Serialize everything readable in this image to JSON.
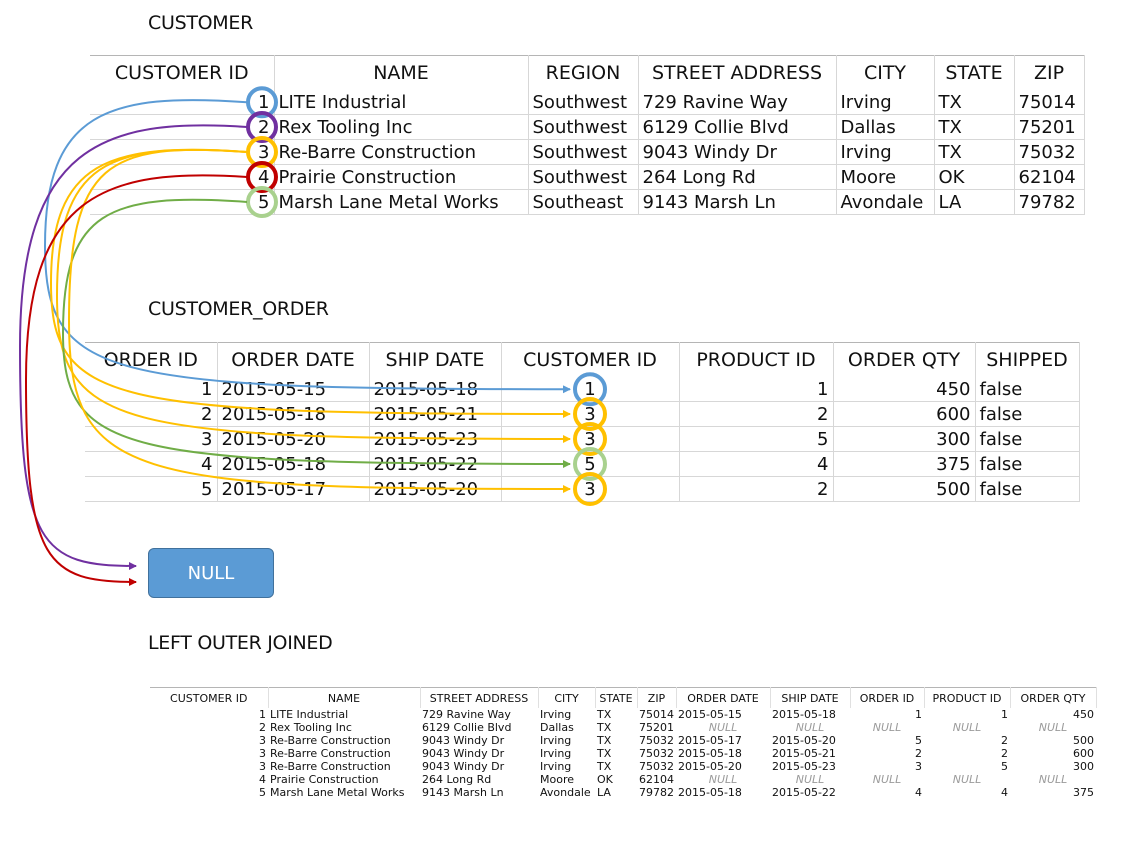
{
  "titles": {
    "customer": "CUSTOMER",
    "customer_order": "CUSTOMER_ORDER",
    "left_outer": "LEFT OUTER JOINED"
  },
  "customer": {
    "headers": [
      "CUSTOMER ID",
      "NAME",
      "REGION",
      "STREET ADDRESS",
      "CITY",
      "STATE",
      "ZIP"
    ],
    "rows": [
      [
        "1",
        "LITE Industrial",
        "Southwest",
        "729 Ravine Way",
        "Irving",
        "TX",
        "75014"
      ],
      [
        "2",
        "Rex Tooling Inc",
        "Southwest",
        "6129 Collie Blvd",
        "Dallas",
        "TX",
        "75201"
      ],
      [
        "3",
        "Re-Barre Construction",
        "Southwest",
        "9043 Windy Dr",
        "Irving",
        "TX",
        "75032"
      ],
      [
        "4",
        "Prairie Construction",
        "Southwest",
        "264 Long Rd",
        "Moore",
        "OK",
        "62104"
      ],
      [
        "5",
        "Marsh Lane Metal Works",
        "Southeast",
        "9143 Marsh Ln",
        "Avondale",
        "LA",
        "79782"
      ]
    ]
  },
  "customer_order": {
    "headers": [
      "ORDER ID",
      "ORDER DATE",
      "SHIP DATE",
      "CUSTOMER ID",
      "PRODUCT ID",
      "ORDER QTY",
      "SHIPPED"
    ],
    "rows": [
      [
        "1",
        "2015-05-15",
        "2015-05-18",
        "1",
        "1",
        "450",
        "false"
      ],
      [
        "2",
        "2015-05-18",
        "2015-05-21",
        "3",
        "2",
        "600",
        "false"
      ],
      [
        "3",
        "2015-05-20",
        "2015-05-23",
        "3",
        "5",
        "300",
        "false"
      ],
      [
        "4",
        "2015-05-18",
        "2015-05-22",
        "5",
        "4",
        "375",
        "false"
      ],
      [
        "5",
        "2015-05-17",
        "2015-05-20",
        "3",
        "2",
        "500",
        "false"
      ]
    ]
  },
  "null_label": "NULL",
  "joined": {
    "headers": [
      "CUSTOMER ID",
      "NAME",
      "STREET ADDRESS",
      "CITY",
      "STATE",
      "ZIP",
      "ORDER DATE",
      "SHIP DATE",
      "ORDER ID",
      "PRODUCT ID",
      "ORDER QTY"
    ],
    "rows": [
      [
        "1",
        "LITE Industrial",
        "729 Ravine Way",
        "Irving",
        "TX",
        "75014",
        "2015-05-15",
        "2015-05-18",
        "1",
        "1",
        "450"
      ],
      [
        "2",
        "Rex Tooling Inc",
        "6129 Collie Blvd",
        "Dallas",
        "TX",
        "75201",
        "NULL",
        "NULL",
        "NULL",
        "NULL",
        "NULL"
      ],
      [
        "3",
        "Re-Barre Construction",
        "9043 Windy Dr",
        "Irving",
        "TX",
        "75032",
        "2015-05-17",
        "2015-05-20",
        "5",
        "2",
        "500"
      ],
      [
        "3",
        "Re-Barre Construction",
        "9043 Windy Dr",
        "Irving",
        "TX",
        "75032",
        "2015-05-18",
        "2015-05-21",
        "2",
        "2",
        "600"
      ],
      [
        "3",
        "Re-Barre Construction",
        "9043 Windy Dr",
        "Irving",
        "TX",
        "75032",
        "2015-05-20",
        "2015-05-23",
        "3",
        "5",
        "300"
      ],
      [
        "4",
        "Prairie Construction",
        "264 Long Rd",
        "Moore",
        "OK",
        "62104",
        "NULL",
        "NULL",
        "NULL",
        "NULL",
        "NULL"
      ],
      [
        "5",
        "Marsh Lane Metal Works",
        "9143 Marsh Ln",
        "Avondale",
        "LA",
        "79782",
        "2015-05-18",
        "2015-05-22",
        "4",
        "4",
        "375"
      ]
    ]
  },
  "colors": {
    "1": "#5b9bd5",
    "2": "#7030a0",
    "3": "#ffc000",
    "4": "#c00000",
    "5": "#a9d18e",
    "line5": "#70ad47"
  }
}
